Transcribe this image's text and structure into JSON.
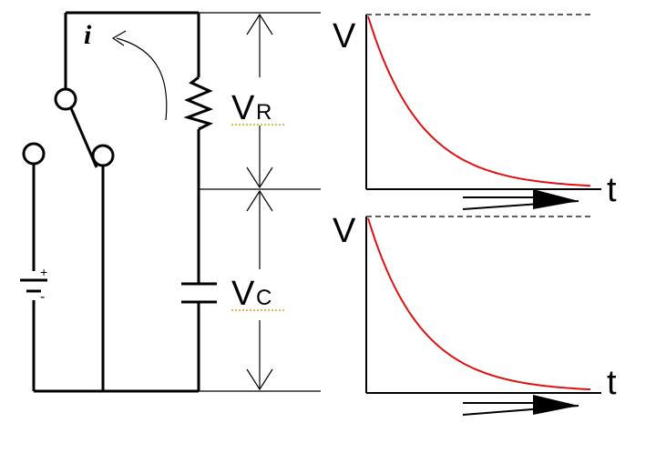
{
  "circuit": {
    "current_label": "i",
    "resistor_voltage": {
      "main": "V",
      "sub": "R"
    },
    "capacitor_voltage": {
      "main": "V",
      "sub": "C"
    },
    "battery_plus": "+",
    "battery_minus": "-"
  },
  "graphs": [
    {
      "y_label": "V",
      "x_label": "t"
    },
    {
      "y_label": "V",
      "x_label": "t"
    }
  ],
  "colors": {
    "curve": "#dd1111",
    "line": "#000000",
    "underline": "#d4a020"
  }
}
